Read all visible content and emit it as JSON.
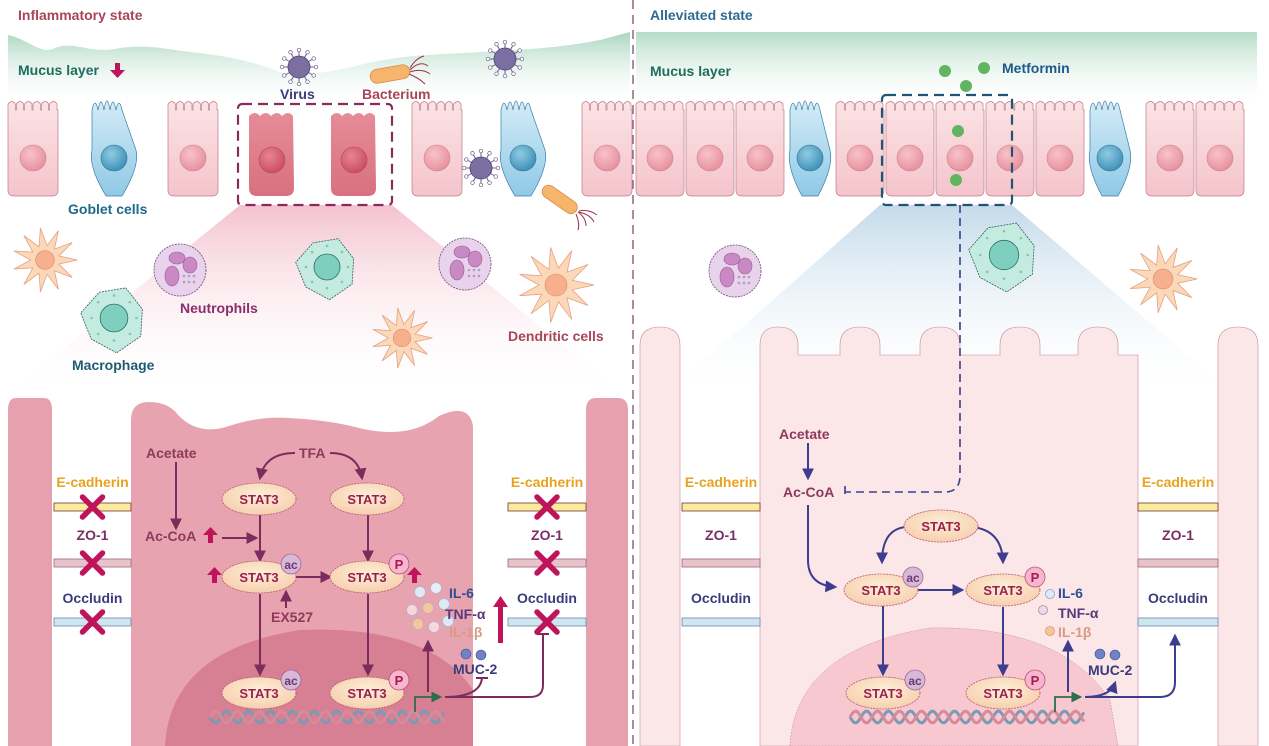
{
  "figure": {
    "panels": [
      {
        "id": "left",
        "title": "Inflammatory state",
        "mucus_label": "Mucus layer",
        "mucus_change": "decreased",
        "pathogens": {
          "virus_label": "Virus",
          "bacterium_label": "Bacterium"
        },
        "epithelium_label": "Goblet cells",
        "immune_labels": {
          "neutrophils": "Neutrophils",
          "macrophage": "Macrophage",
          "dendritic": "Dendritic cells"
        },
        "junctions": [
          {
            "name": "E-cadherin",
            "status": "disrupted",
            "color": "#e8a21f"
          },
          {
            "name": "ZO-1",
            "status": "disrupted",
            "color": "#7a2e62"
          },
          {
            "name": "Occludin",
            "status": "disrupted",
            "color": "#3b3a7a"
          }
        ],
        "pathway": {
          "acetate": "Acetate",
          "accoa": "Ac-CoA",
          "accoa_change": "increased",
          "tfa": "TFA",
          "ex527": "EX527",
          "stat3": "STAT3",
          "ac_badge": "ac",
          "p_badge": "P",
          "cytokines": [
            "IL-6",
            "TNF-α",
            "IL-1β"
          ],
          "cytokine_change": "increased",
          "muc2": "MUC-2"
        },
        "accent_color": "#7b2c5c"
      },
      {
        "id": "right",
        "title": "Alleviated state",
        "mucus_label": "Mucus layer",
        "drug_label": "Metformin",
        "junctions": [
          {
            "name": "E-cadherin",
            "status": "intact",
            "color": "#e8a21f"
          },
          {
            "name": "ZO-1",
            "status": "intact",
            "color": "#7a2e62"
          },
          {
            "name": "Occludin",
            "status": "intact",
            "color": "#3b3a7a"
          }
        ],
        "pathway": {
          "acetate": "Acetate",
          "accoa": "Ac-CoA",
          "stat3": "STAT3",
          "ac_badge": "ac",
          "p_badge": "P",
          "cytokines": [
            "IL-6",
            "TNF-α",
            "IL-1β"
          ],
          "muc2": "MUC-2"
        },
        "accent_color": "#3d3d8f"
      }
    ],
    "colors": {
      "inflamed_cell": "#e59aa6",
      "normal_cell": "#f7d4d8",
      "goblet_cell": "#a9d6ec",
      "mucus": "#b5dcc9",
      "metformin": "#62b560",
      "cross": "#c0145a"
    }
  }
}
